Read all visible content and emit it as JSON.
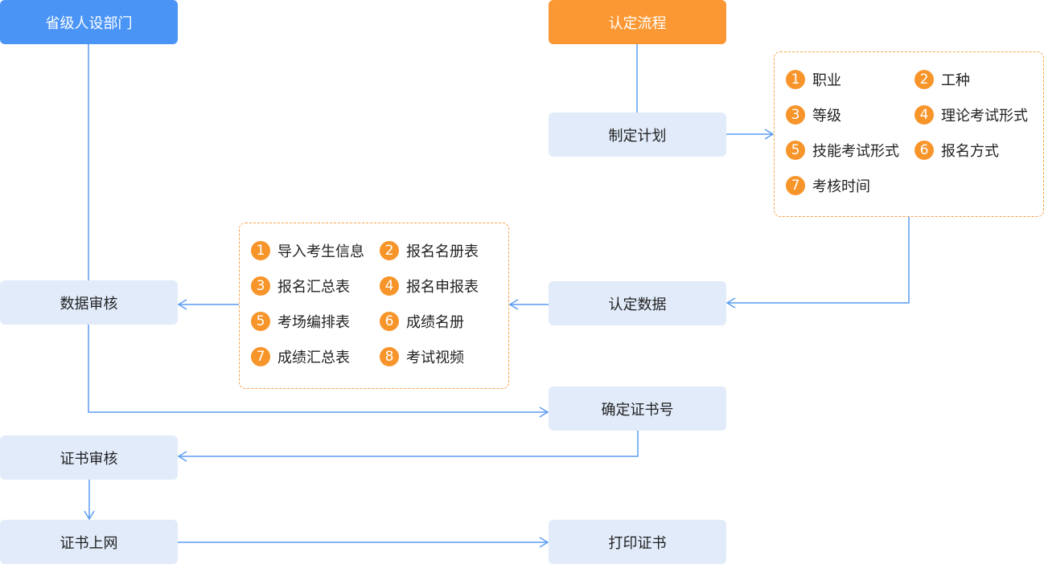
{
  "header": {
    "left_title": "省级人设部门",
    "right_title": "认定流程"
  },
  "steps": {
    "make_plan": "制定计划",
    "certify_data": "认定数据",
    "data_review": "数据审核",
    "confirm_cert_no": "确定证书号",
    "cert_review": "证书审核",
    "cert_online": "证书上网",
    "print_cert": "打印证书"
  },
  "plan_items": [
    {
      "num": "1",
      "label": "职业"
    },
    {
      "num": "2",
      "label": "工种"
    },
    {
      "num": "3",
      "label": "等级"
    },
    {
      "num": "4",
      "label": "理论考试形式"
    },
    {
      "num": "5",
      "label": "技能考试形式"
    },
    {
      "num": "6",
      "label": "报名方式"
    },
    {
      "num": "7",
      "label": "考核时间"
    }
  ],
  "data_items": [
    {
      "num": "1",
      "label": "导入考生信息"
    },
    {
      "num": "2",
      "label": "报名名册表"
    },
    {
      "num": "3",
      "label": "报名汇总表"
    },
    {
      "num": "4",
      "label": "报名申报表"
    },
    {
      "num": "5",
      "label": "考场编排表"
    },
    {
      "num": "6",
      "label": "成绩名册"
    },
    {
      "num": "7",
      "label": "成绩汇总表"
    },
    {
      "num": "8",
      "label": "考试视频"
    }
  ],
  "colors": {
    "left_header": "#4a94f6",
    "right_header": "#fb9833",
    "step_fill": "#e1ebfa",
    "connector": "#5b9cf2",
    "badge": "#f7952b",
    "dashed_border": "#f9a04a"
  }
}
